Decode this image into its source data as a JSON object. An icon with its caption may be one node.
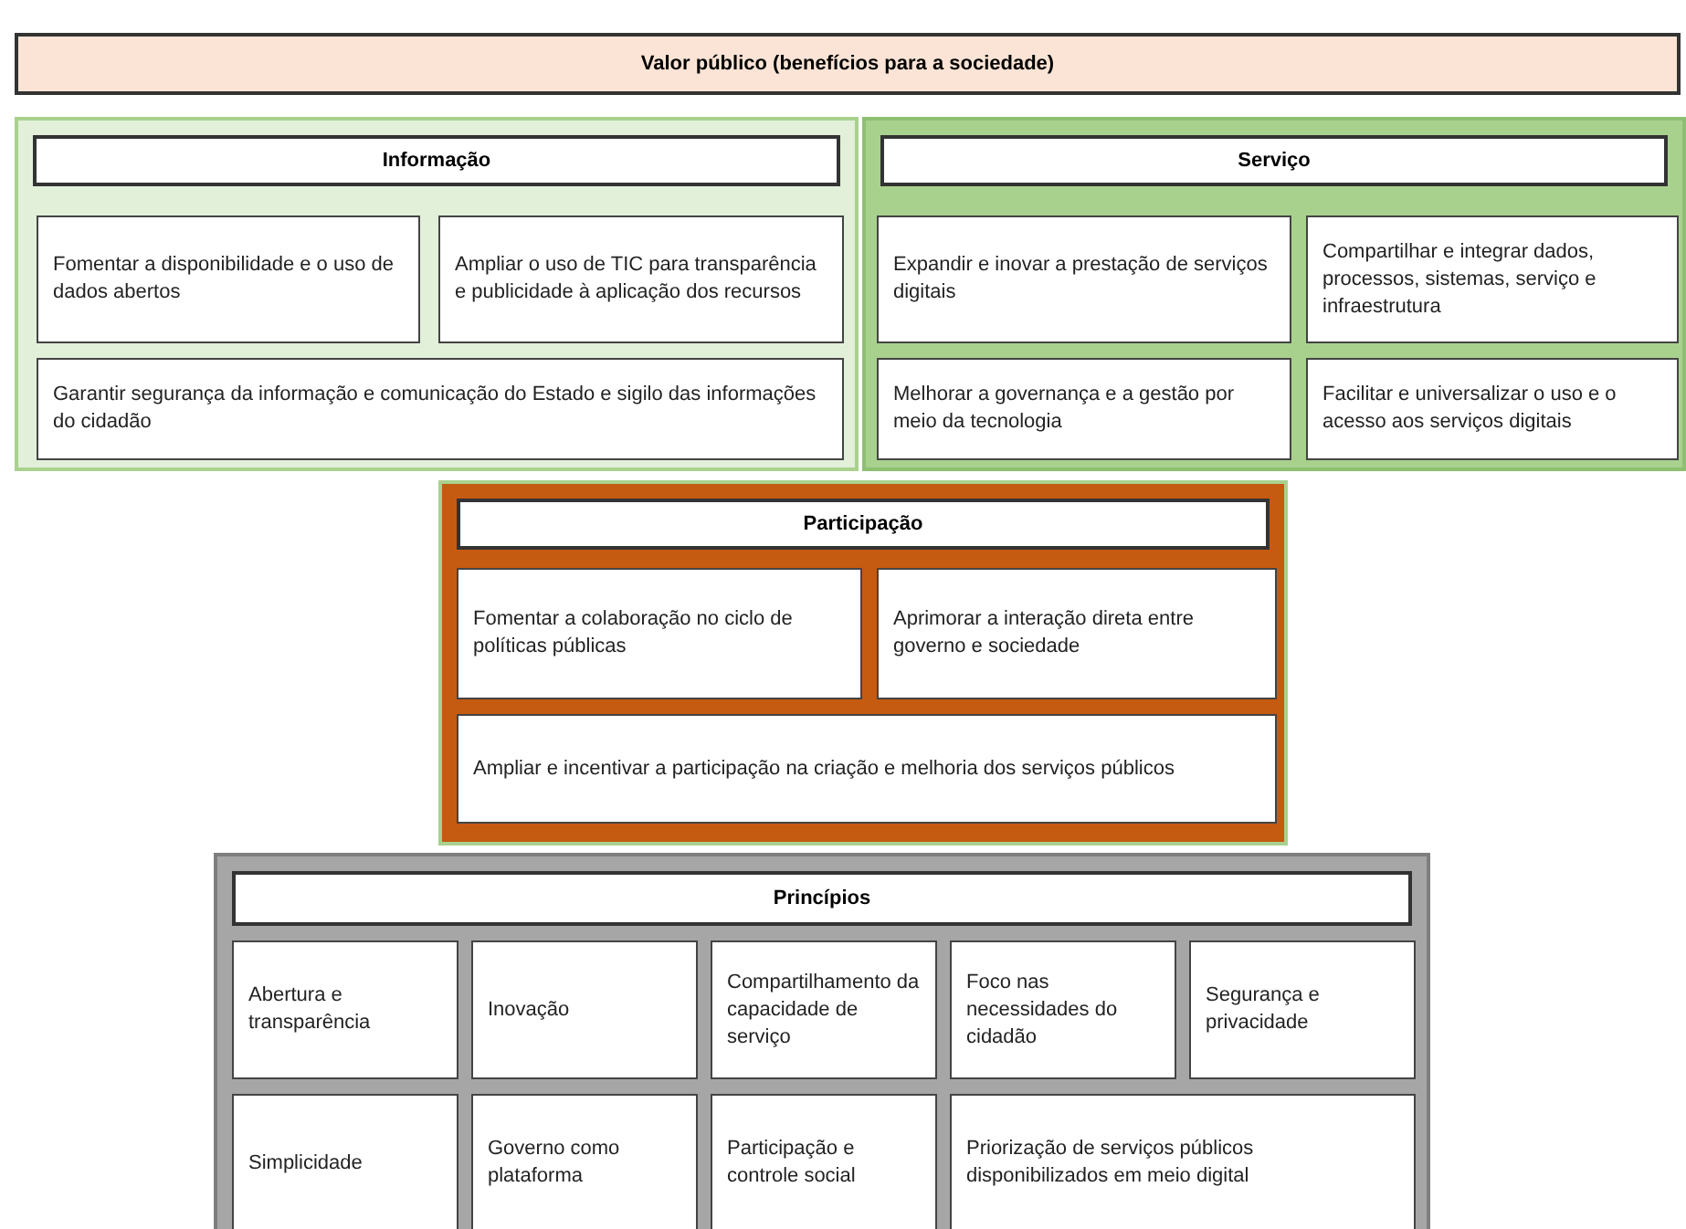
{
  "diagram": {
    "nodes": [
      {
        "text": [
          "Valor público (benefícios para a sociedade)"
        ]
      },
      {
        "text": [
          "Informação"
        ]
      },
      {
        "text": [
          "Fomentar a disponibilidade e o uso de dados abertos"
        ],
        "in": 1
      },
      {
        "text": [
          "Ampliar o uso de TIC para transparência e publicidade à aplicação dos recursos"
        ],
        "in": 1
      },
      {
        "text": [
          "Garantir segurança da informação e comunicação do Estado e sigilo das informações do cidadão"
        ],
        "in": 1
      },
      {
        "text": [
          "Serviço"
        ]
      },
      {
        "text": [
          "Expandir e inovar a prestação de serviços digitais"
        ],
        "in": 5
      },
      {
        "text": [
          "Compartilhar e integrar dados, processos, sistemas, serviço e infraestrutura"
        ],
        "in": 5
      },
      {
        "text": [
          "Melhorar a governança e a gestão por meio da tecnologia"
        ],
        "in": 5
      },
      {
        "text": [
          "Facilitar e universalizar o uso e o acesso aos serviços digitais"
        ],
        "in": 5
      },
      {
        "text": [
          "Participação"
        ]
      },
      {
        "text": [
          "Fomentar a colaboração no ciclo de políticas públicas"
        ],
        "in": 10
      },
      {
        "text": [
          "Aprimorar a interação direta entre governo e sociedade"
        ],
        "in": 10
      },
      {
        "text": [
          "Ampliar e incentivar a participação na criação e melhoria dos serviços públicos"
        ],
        "in": 10
      },
      {
        "text": [
          "Princípios"
        ]
      },
      {
        "text": [
          "Abertura e transparência"
        ],
        "in": 14
      },
      {
        "text": [
          "Inovação"
        ],
        "in": 14
      },
      {
        "text": [
          "Compartilhamento da capacidade de serviço"
        ],
        "in": 14
      },
      {
        "text": [
          "Foco nas necessidades do cidadão"
        ],
        "in": 14
      },
      {
        "text": [
          "Segurança e privacidade"
        ],
        "in": 14
      },
      {
        "text": [
          "Simplicidade"
        ],
        "in": 14
      },
      {
        "text": [
          "Governo como plataforma"
        ],
        "in": 14
      },
      {
        "text": [
          "Participação e controle social"
        ],
        "in": 14
      },
      {
        "text": [
          "Priorização de serviços públicos disponibilizados em meio digital"
        ],
        "in": 14
      }
    ]
  }
}
